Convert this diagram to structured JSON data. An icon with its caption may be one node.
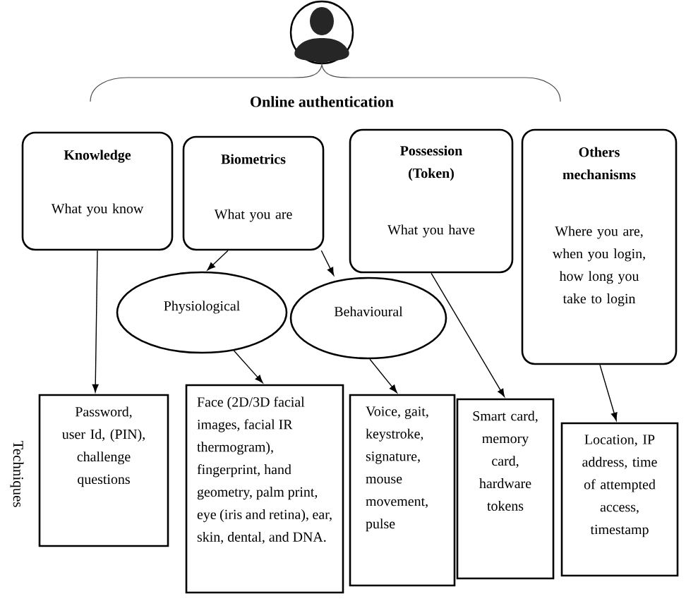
{
  "diagram": {
    "title": "Online authentication",
    "nodes": [
      {
        "text": [
          "Knowledge",
          "What you know"
        ]
      },
      {
        "text": [
          "Biometrics",
          "What you are"
        ]
      },
      {
        "text": [
          "Possession (Token)",
          "What you have"
        ]
      },
      {
        "text": [
          "Others mechanisms",
          "Where you are, when you login, how long you take to login"
        ]
      },
      {
        "text": [
          "Physiological"
        ]
      },
      {
        "text": [
          "Behavioural"
        ]
      },
      {
        "text": [
          "Password, user Id, (PIN), challenge questions"
        ]
      },
      {
        "text": [
          "Face (2D/3D facial images, facial IR thermogram), fingerprint, hand geometry, palm print, eye (iris and retina), ear, skin, dental, and DNA."
        ]
      },
      {
        "text": [
          "Voice, gait, keystroke, signature, mouse movement, pulse"
        ]
      },
      {
        "text": [
          "Smart card, memory card, hardware tokens"
        ]
      },
      {
        "text": [
          "Location, IP address, time of attempted access, timestamp"
        ]
      }
    ],
    "edges": [
      {
        "from": 0,
        "to": 6,
        "arrow": "to"
      },
      {
        "from": 1,
        "to": 4,
        "arrow": "to"
      },
      {
        "from": 1,
        "to": 5,
        "arrow": "to"
      },
      {
        "from": 4,
        "to": 7,
        "arrow": "to"
      },
      {
        "from": 5,
        "to": 8,
        "arrow": "to"
      },
      {
        "from": 2,
        "to": 9,
        "arrow": "to"
      },
      {
        "from": 3,
        "to": 10,
        "arrow": "to"
      }
    ],
    "labels": [
      "Techniques"
    ]
  }
}
